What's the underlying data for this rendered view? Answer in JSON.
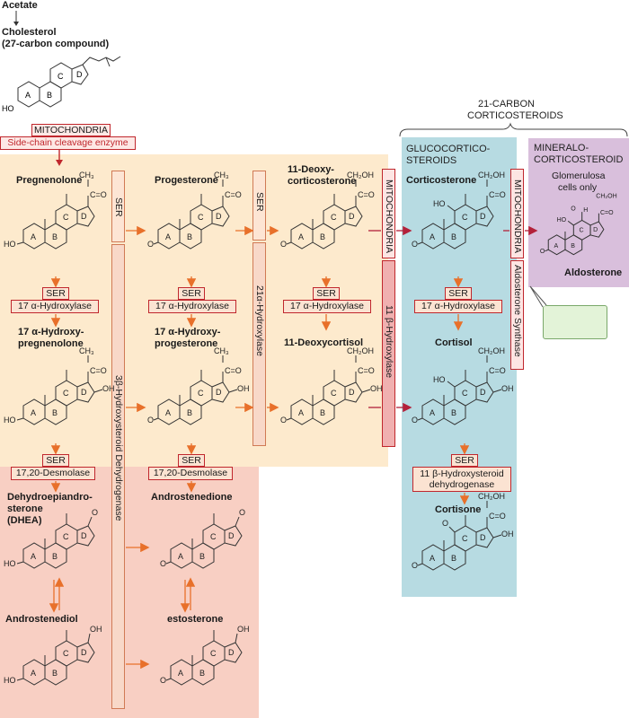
{
  "top": {
    "acetate": "Acetate",
    "cholesterol": "Cholesterol",
    "cholesterol_sub": "(27-carbon compound)",
    "mitochondria": "MITOCHONDRIA",
    "scc_enzyme": "Side-chain cleavage enzyme"
  },
  "bracket_label": [
    "21-CARBON",
    "CORTICOSTEROIDS"
  ],
  "columns": {
    "gluco_header": [
      "GLUCOCORTICO-",
      "STEROIDS"
    ],
    "mineralo_header": [
      "MINERALO-",
      "CORTICOSTEROID"
    ],
    "glomerulosa": [
      "Glomerulosa",
      "cells only"
    ]
  },
  "compounds": {
    "pregnenolone": "Pregnenolone",
    "progesterone": "Progesterone",
    "deoxycorticosterone": [
      "11-Deoxy-",
      "corticosterone"
    ],
    "corticosterone": "Corticosterone",
    "aldosterone": "Aldosterone",
    "hydroxypregnenolone": [
      "17 α-Hydroxy-",
      "pregnenolone"
    ],
    "hydroxyprogesterone": [
      "17 α-Hydroxy-",
      "progesterone"
    ],
    "deoxycortisol": "11-Deoxycortisol",
    "cortisol": "Cortisol",
    "dhea": [
      "Dehydroepiandro-",
      "sterone",
      "(DHEA)"
    ],
    "androstenedione": "Androstenedione",
    "cortisone": "Cortisone",
    "androstenediol": "Androstenediol",
    "testosterone": "estosterone"
  },
  "enzymes": {
    "ser": "SER",
    "hydroxylase17": "17 α-Hydroxylase",
    "desmolase": "17,20-Desmolase",
    "hsd11": [
      "11 β-Hydroxysteroid",
      "dehydrogenase"
    ],
    "hsd3b": "3β-Hydroxysteroid Dehydrogenase",
    "hydroxylase21": "21α-Hydroxylase",
    "hydroxylase11b": "11 β-Hydroxylase",
    "mitochondria": "MITOCHONDRIA",
    "aldo_synthase": "Aldosterone Synthase"
  },
  "ring_labels": [
    "A",
    "B",
    "C",
    "D"
  ],
  "chem": {
    "ho": "HO",
    "o": "O",
    "oh": "OH",
    "ch3": "CH₃",
    "ch2oh": "CH₂OH",
    "co": "C=O",
    "h": "H"
  },
  "colors": {
    "peach": "#fdeacd",
    "salmon": "#f8cfc3",
    "blue": "#b7dbe2",
    "purple": "#d9bfdc",
    "red": "#c0272d",
    "arrow_orange": "#e8702a",
    "green_box": "#e3f3d8"
  }
}
